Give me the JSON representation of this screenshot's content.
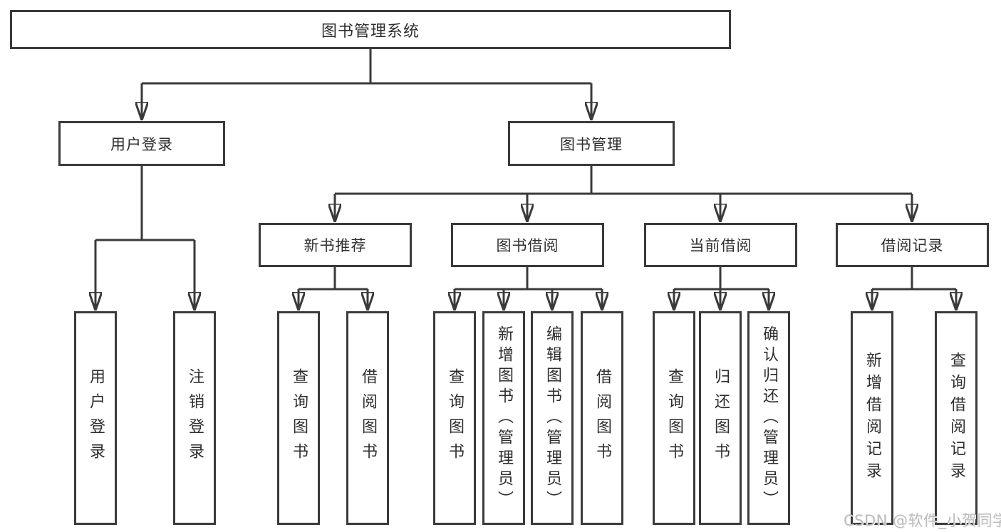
{
  "title": "图书管理系统",
  "colors": {
    "line": "#3a3a3a",
    "text": "#2e2e2e",
    "box_background": "#ffffff",
    "watermark": "#bcbcbc"
  },
  "tree": {
    "root": {
      "label": "图书管理系统"
    },
    "children": [
      {
        "label": "用户登录",
        "children": [
          {
            "label": "用户登录"
          },
          {
            "label": "注销登录"
          }
        ]
      },
      {
        "label": "图书管理",
        "children": [
          {
            "label": "新书推荐",
            "children": [
              {
                "label": "查询图书"
              },
              {
                "label": "借阅图书"
              }
            ]
          },
          {
            "label": "图书借阅",
            "children": [
              {
                "label": "查询图书"
              },
              {
                "label": "新增图书（管理员）"
              },
              {
                "label": "编辑图书（管理员）"
              },
              {
                "label": "借阅图书"
              }
            ]
          },
          {
            "label": "当前借阅",
            "children": [
              {
                "label": "查询图书"
              },
              {
                "label": "归还图书"
              },
              {
                "label": "确认归还（管理员）"
              }
            ]
          },
          {
            "label": "借阅记录",
            "children": [
              {
                "label": "新增借阅记录"
              },
              {
                "label": "查询借阅记录"
              }
            ]
          }
        ]
      }
    ]
  },
  "watermark": {
    "text": "CSDN @软件_小贺同学"
  }
}
